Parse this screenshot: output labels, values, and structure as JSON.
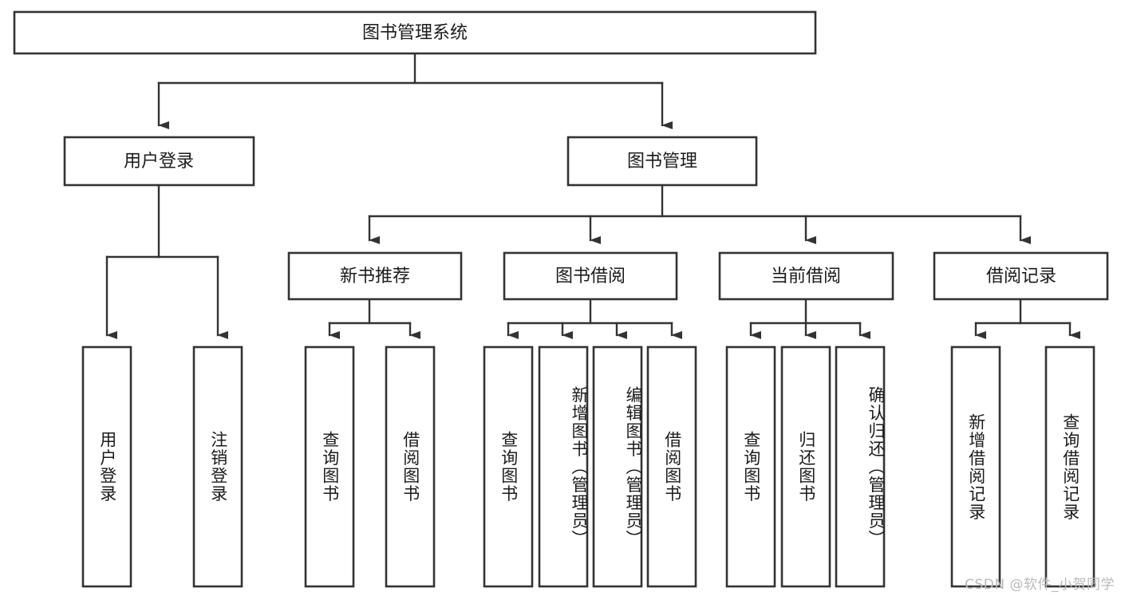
{
  "diagram": {
    "title": "图书管理系统",
    "type": "tree-hierarchy-chart",
    "root": {
      "label": "图书管理系统"
    },
    "level2": [
      {
        "label": "用户登录"
      },
      {
        "label": "图书管理"
      }
    ],
    "level3": [
      {
        "label": "新书推荐"
      },
      {
        "label": "图书借阅"
      },
      {
        "label": "当前借阅"
      },
      {
        "label": "借阅记录"
      }
    ],
    "leaves": {
      "user_login": [
        {
          "label": "用户登录"
        },
        {
          "label": "注销登录"
        }
      ],
      "new_book_recommend": [
        {
          "label": "查询图书"
        },
        {
          "label": "借阅图书"
        }
      ],
      "book_borrow": [
        {
          "label": "查询图书"
        },
        {
          "label": "新增图书（管理员）"
        },
        {
          "label": "编辑图书（管理员）"
        },
        {
          "label": "借阅图书"
        }
      ],
      "current_borrow": [
        {
          "label": "查询图书"
        },
        {
          "label": "归还图书"
        },
        {
          "label": "确认归还（管理员）"
        }
      ],
      "borrow_record": [
        {
          "label": "新增借阅记录"
        },
        {
          "label": "查询借阅记录"
        }
      ]
    },
    "watermark": "CSDN @软件_小贺同学",
    "colors": {
      "stroke": "#333333",
      "fill": "#ffffff",
      "text": "#1b1b1b",
      "watermark": "#b9b9b9"
    }
  }
}
